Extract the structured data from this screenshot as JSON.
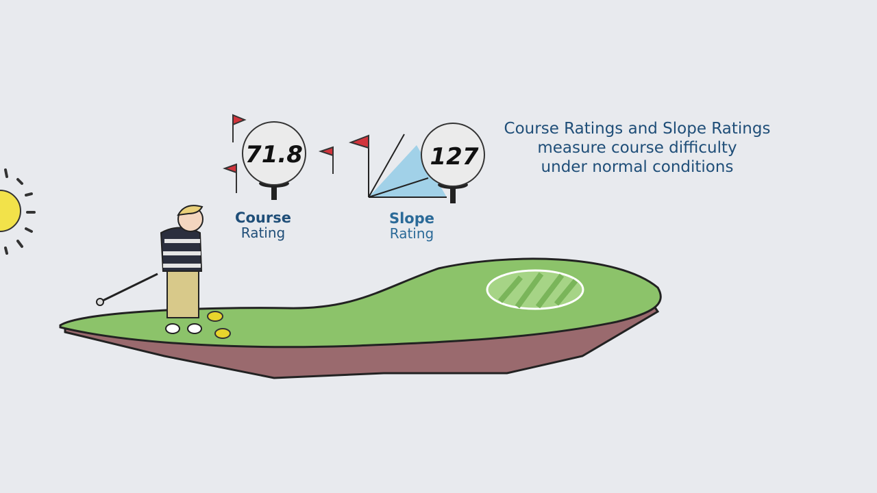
{
  "caption": {
    "line1": "Course Ratings and Slope Ratings",
    "line2": "measure course difficulty",
    "line3": "under normal conditions"
  },
  "course_rating": {
    "value": "71.8",
    "title": "Course",
    "subtitle": "Rating"
  },
  "slope_rating": {
    "value": "127",
    "title": "Slope",
    "subtitle": "Rating"
  },
  "colors": {
    "text": "#1f4e78",
    "grass": "#8cc36a",
    "dirt": "#9a6a6e",
    "flag": "#d0343c",
    "sun": "#f2e24a",
    "slope_fill": "#8fcbe6"
  }
}
